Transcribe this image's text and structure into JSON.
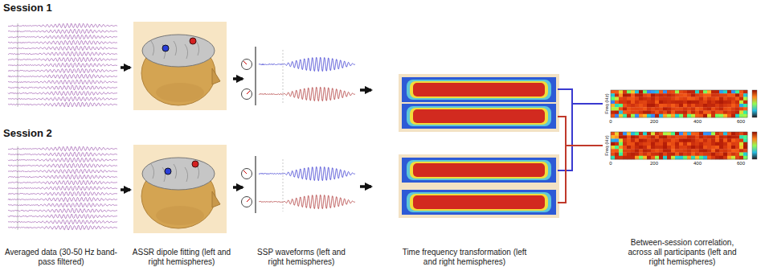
{
  "diagram": {
    "nodes": [
      {
        "text": [
          "Averaged data (30-50 Hz band-pass filtered)"
        ]
      },
      {
        "text": [
          "ASSR dipole fitting (left and right hemispheres)"
        ]
      },
      {
        "text": [
          "SSP waveforms (left and right hemispheres)"
        ]
      },
      {
        "text": [
          "Time frequency transformation (left and right hemispheres)"
        ]
      },
      {
        "text": [
          "Between-session correlation, across all participants (left and right hemispheres)"
        ]
      }
    ],
    "edges": [
      {
        "from": 0,
        "to": 1,
        "arrow": "to"
      },
      {
        "from": 0,
        "to": 1,
        "arrow": "to"
      },
      {
        "from": 1,
        "to": 2,
        "arrow": "to"
      },
      {
        "from": 1,
        "to": 2,
        "arrow": "to"
      },
      {
        "from": 2,
        "to": 3,
        "arrow": "to"
      },
      {
        "from": 2,
        "to": 3,
        "arrow": "to"
      },
      {
        "from": 3,
        "to": 4,
        "arrow": "none"
      },
      {
        "from": 3,
        "to": 4,
        "arrow": "none"
      }
    ],
    "labels": [
      "Session 1",
      "Session 2",
      "Freq (Hz)",
      "0",
      "200",
      "400",
      "600",
      "Freq (Hz)",
      "0",
      "200",
      "400",
      "600"
    ]
  }
}
